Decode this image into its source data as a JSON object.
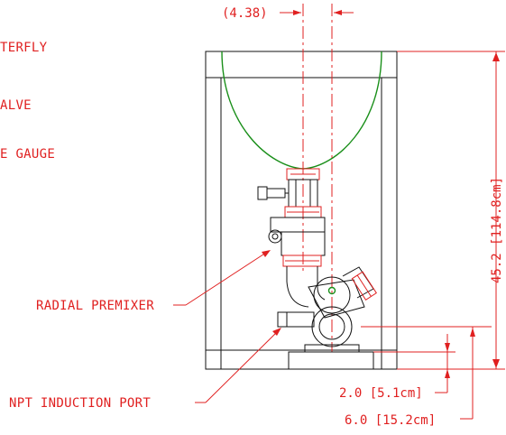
{
  "labels": {
    "butterfly": "TERFLY",
    "valve": "ALVE",
    "gauge": "E GAUGE",
    "radial_premixer": "RADIAL PREMIXER",
    "npt_induction_port": "NPT INDUCTION PORT"
  },
  "dimensions": {
    "top_offset": "(4.38)",
    "height": "45.2 [114.8cm]",
    "base_small": "2.0 [5.1cm]",
    "base_large": "6.0 [15.2cm]"
  },
  "colors": {
    "annotation": "#e02020",
    "outline": "#111111",
    "tank": "#1a8f1a"
  }
}
